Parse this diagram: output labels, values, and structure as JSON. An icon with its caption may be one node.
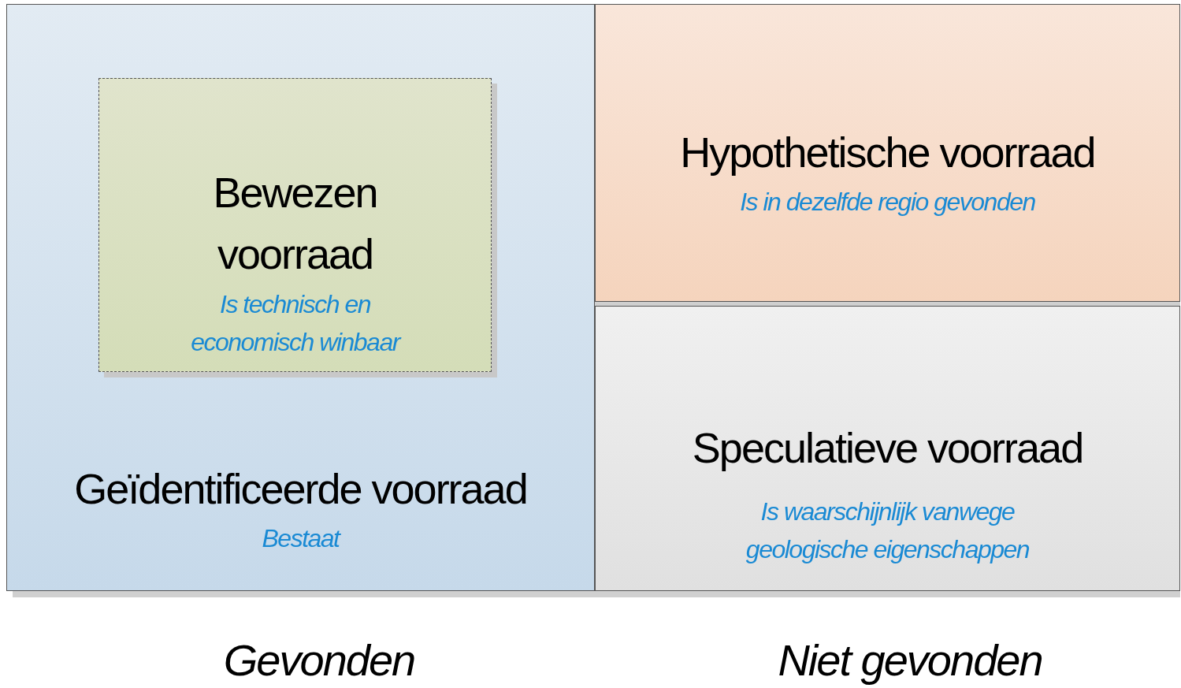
{
  "diagram": {
    "nodes": [
      {
        "text": [
          "Geïdentificeerde voorraad",
          "Bestaat"
        ]
      },
      {
        "text": [
          "Bewezen voorraad",
          "Is technisch en economisch winbaar"
        ],
        "in": 0
      },
      {
        "text": [
          "Hypothetische voorraad",
          "Is in dezelfde regio gevonden"
        ]
      },
      {
        "text": [
          "Speculatieve voorraad",
          "Is waarschijnlijk vanwege geologische eigenschappen"
        ]
      }
    ],
    "labels": [
      "Gevonden",
      "Niet gevonden"
    ]
  }
}
